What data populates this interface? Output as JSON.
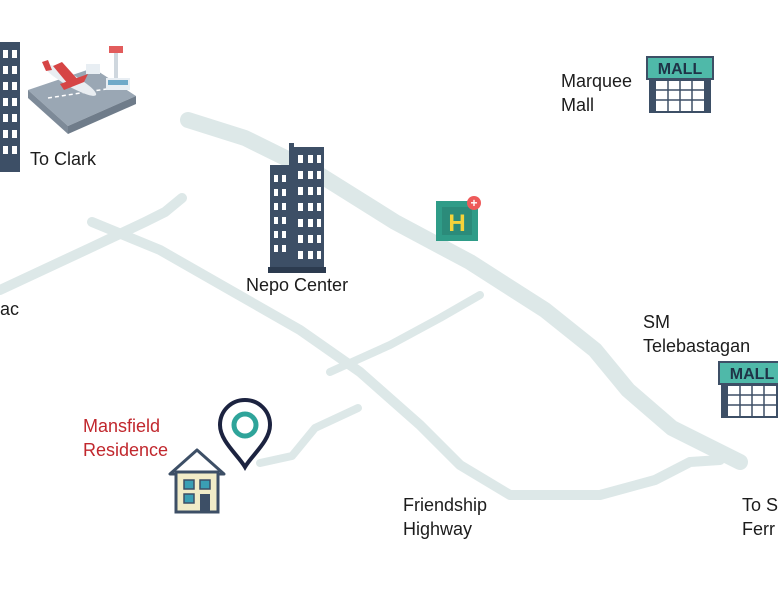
{
  "map": {
    "accent_color": "#c1272d",
    "road_color": "#dde8e8",
    "building_color": "#3d4f66",
    "mall_color": "#4fb9a9",
    "hospital_color": "#2f9c88"
  },
  "labels": {
    "to_clark": "To Clark",
    "nepo_center": "Nepo Center",
    "marquee_mall_line1": "Marquee",
    "marquee_mall_line2": "Mall",
    "sm_line1": "SM",
    "sm_line2": "Telebastagan",
    "mansfield_line1": "Mansfield",
    "mansfield_line2": "Residence",
    "friendship_line1": "Friendship",
    "friendship_line2": "Highway",
    "to_san_fernando_line1": "To S",
    "to_san_fernando_line2": "Ferr",
    "left_partial": "ac"
  },
  "icons": {
    "mall_sign": "MALL",
    "hospital_letter": "H",
    "hospital_plus": "+"
  }
}
